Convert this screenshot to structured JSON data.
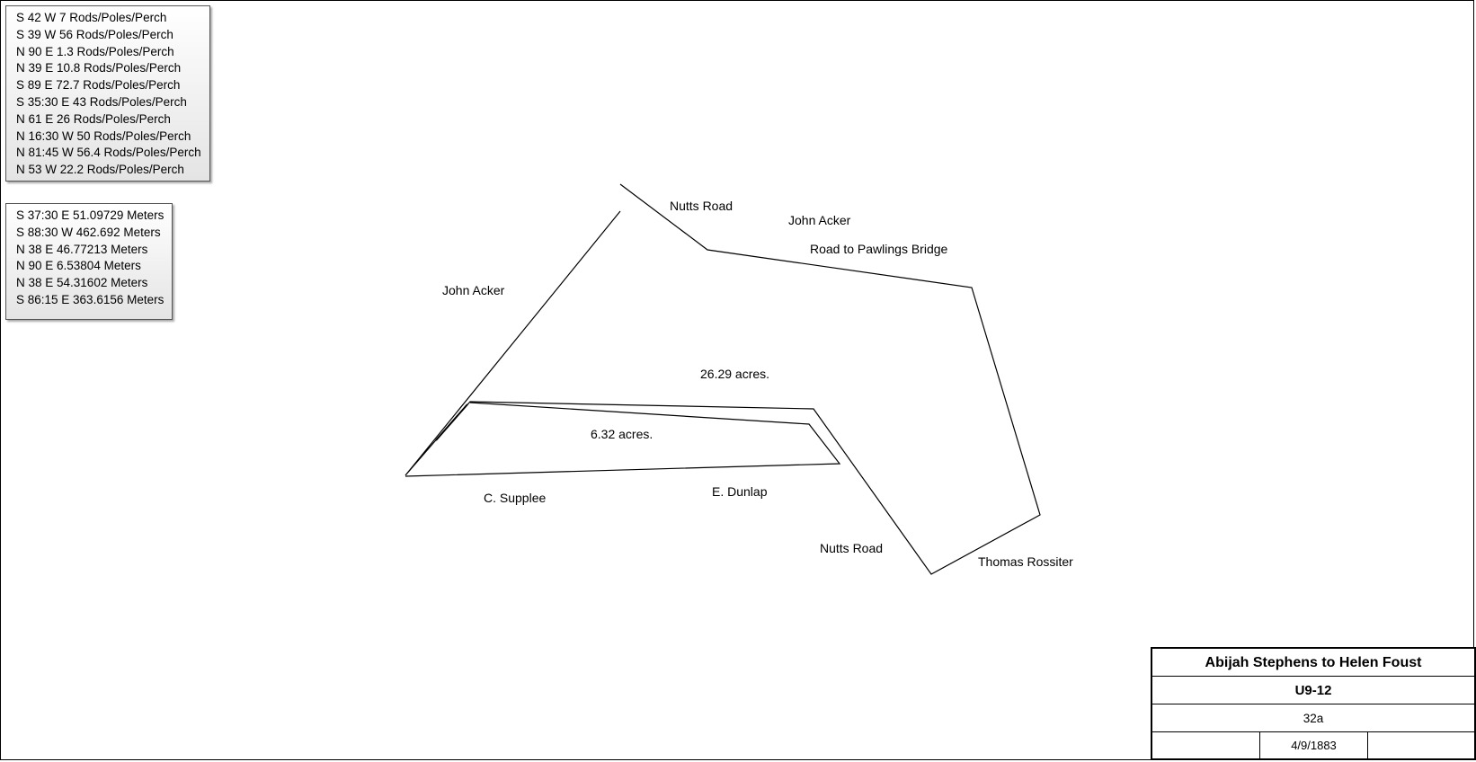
{
  "rod_calls": [
    "S 42 W 7 Rods/Poles/Perch",
    "S 39 W 56 Rods/Poles/Perch",
    "N 90 E 1.3 Rods/Poles/Perch",
    "N 39 E 10.8 Rods/Poles/Perch",
    "S 89 E 72.7 Rods/Poles/Perch",
    "S 35:30 E 43 Rods/Poles/Perch",
    "N 61 E 26 Rods/Poles/Perch",
    "N 16:30 W 50 Rods/Poles/Perch",
    "N 81:45 W 56.4 Rods/Poles/Perch",
    "N 53 W 22.2 Rods/Poles/Perch"
  ],
  "meter_calls": [
    "S 37:30 E 51.09729 Meters",
    "S 88:30 W 462.692 Meters",
    "N 38 E 46.77213 Meters",
    "N 90 E 6.53804 Meters",
    "N 38 E 54.31602 Meters",
    "S 86:15 E 363.6156 Meters"
  ],
  "map_labels": {
    "nutts_road_top": "Nutts Road",
    "john_acker_top": "John Acker",
    "road_to_pawlings": "Road to Pawlings Bridge",
    "john_acker_left": "John Acker",
    "acres_large": "26.29 acres.",
    "acres_small": "6.32 acres.",
    "c_supplee": "C. Supplee",
    "e_dunlap": "E. Dunlap",
    "nutts_road_bottom": "Nutts Road",
    "thomas_rossiter": "Thomas Rossiter"
  },
  "title_block": {
    "title": "Abijah Stephens to Helen Foust",
    "deed_ref": "U9-12",
    "page": "32a",
    "date": "4/9/1883",
    "blank_left": "",
    "blank_right": ""
  },
  "colors": {
    "line": "#000000",
    "background": "#ffffff"
  }
}
